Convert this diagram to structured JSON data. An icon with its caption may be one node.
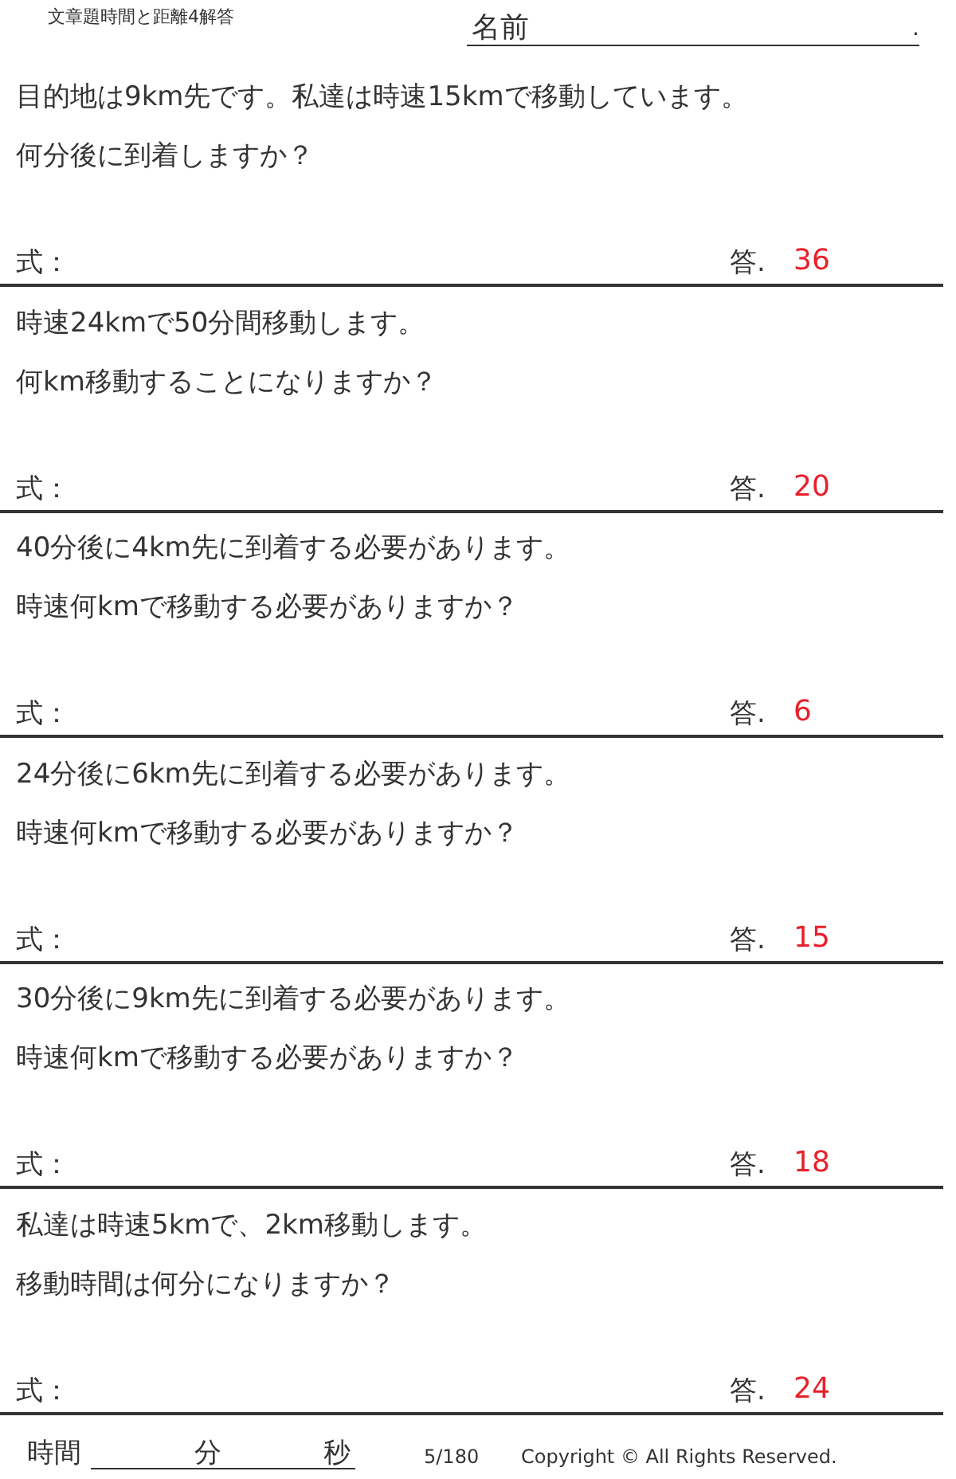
{
  "diagram": {
    "title": "文章題時間と距離4解答",
    "labels": [
      "名前",
      ".",
      "目的地は9km先です。私達は時速15kmで移動しています。",
      "何分後に到着しますか？",
      "式：",
      "答.",
      "36",
      "時速24kmで50分間移動します。",
      "何km移動することになりますか？",
      "式：",
      "答.",
      "20",
      "40分後に4km先に到着する必要があります。",
      "時速何kmで移動する必要がありますか？",
      "式：",
      "答.",
      "6",
      "24分後に6km先に到着する必要があります。",
      "時速何kmで移動する必要がありますか？",
      "式：",
      "答.",
      "15",
      "30分後に9km先に到着する必要があります。",
      "時速何kmで移動する必要がありますか？",
      "式：",
      "答.",
      "18",
      "私達は時速5kmで、2km移動します。",
      "移動時間は何分になりますか？",
      "式：",
      "答.",
      "24",
      "時間",
      "分",
      "秒",
      "5/180",
      "Copyright © All Rights Reserved."
    ]
  }
}
